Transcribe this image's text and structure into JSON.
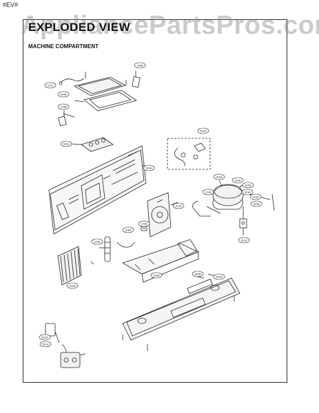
{
  "page_tag": "#EV#",
  "header": {
    "title": "EXPLODED VIEW",
    "subtitle": "MACHINE COMPARTMENT",
    "watermark": "AppliancePartsPros.com"
  },
  "callouts": [
    "411A",
    "504B",
    "105B",
    "105B",
    "501A",
    "504A",
    "503A",
    "314A",
    "319A",
    "323A",
    "325A",
    "314A",
    "315A",
    "315B",
    "313A",
    "319A",
    "326A",
    "102A",
    "318A",
    "103A",
    "328A",
    "505B",
    "505A",
    "502A",
    "501A"
  ]
}
